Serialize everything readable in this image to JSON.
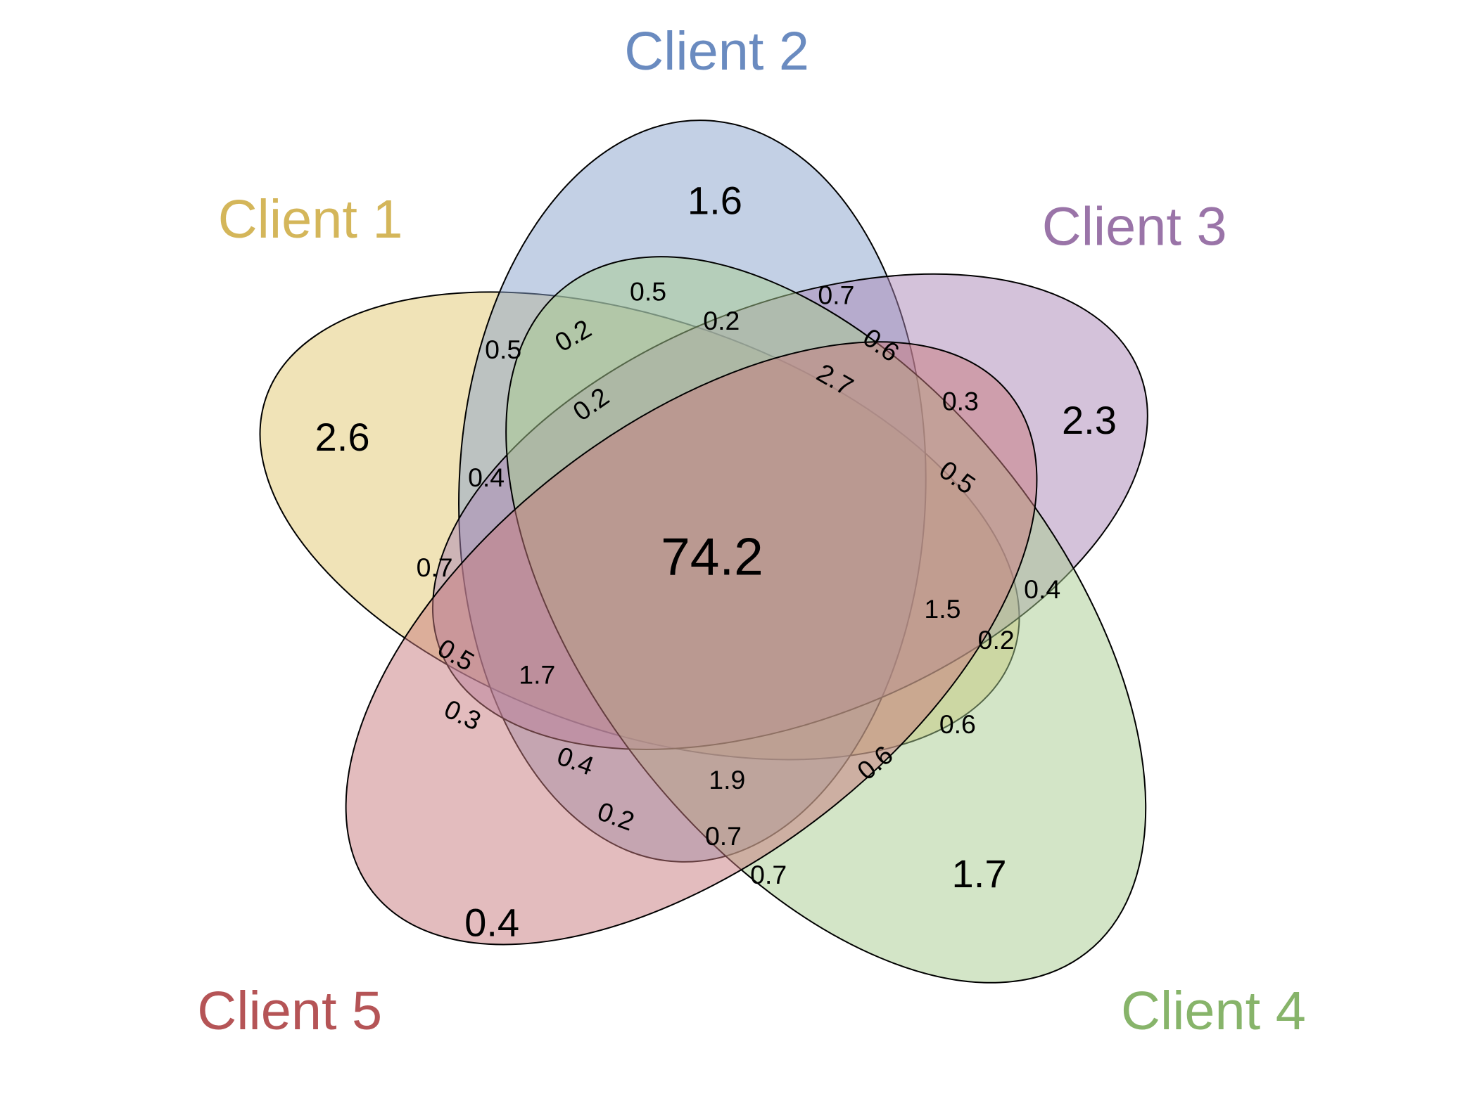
{
  "sets": [
    {
      "id": "c1",
      "name": "Client 1",
      "fill": "#e2c76f",
      "text_color": "#d4b65a"
    },
    {
      "id": "c2",
      "name": "Client 2",
      "fill": "#87a1cc",
      "text_color": "#6a8bc0"
    },
    {
      "id": "c3",
      "name": "Client 3",
      "fill": "#a985b5",
      "text_color": "#9a74a8"
    },
    {
      "id": "c4",
      "name": "Client 4",
      "fill": "#a7cc8f",
      "text_color": "#87b46a"
    },
    {
      "id": "c5",
      "name": "Client 5",
      "fill": "#c87a7d",
      "text_color": "#b55456"
    }
  ],
  "regions": [
    {
      "sets": [
        "c1",
        "c2",
        "c3",
        "c4",
        "c5"
      ],
      "value": "74.2"
    },
    {
      "sets": [
        "c1"
      ],
      "value": "2.6"
    },
    {
      "sets": [
        "c2"
      ],
      "value": "1.6"
    },
    {
      "sets": [
        "c3"
      ],
      "value": "2.3"
    },
    {
      "sets": [
        "c4"
      ],
      "value": "1.7"
    },
    {
      "sets": [
        "c5"
      ],
      "value": "0.4"
    },
    {
      "sets": [],
      "value": "0.5"
    },
    {
      "sets": [],
      "value": "0.7"
    },
    {
      "sets": [],
      "value": "0.2"
    },
    {
      "sets": [],
      "value": "0.5"
    },
    {
      "sets": [],
      "value": "0.2"
    },
    {
      "sets": [],
      "value": "0.6"
    },
    {
      "sets": [],
      "value": "2.7"
    },
    {
      "sets": [],
      "value": "0.3"
    },
    {
      "sets": [],
      "value": "0.2"
    },
    {
      "sets": [],
      "value": "0.4"
    },
    {
      "sets": [],
      "value": "0.5"
    },
    {
      "sets": [],
      "value": "0.7"
    },
    {
      "sets": [],
      "value": "0.4"
    },
    {
      "sets": [],
      "value": "1.5"
    },
    {
      "sets": [],
      "value": "0.2"
    },
    {
      "sets": [],
      "value": "0.5"
    },
    {
      "sets": [],
      "value": "1.7"
    },
    {
      "sets": [],
      "value": "0.6"
    },
    {
      "sets": [],
      "value": "0.3"
    },
    {
      "sets": [],
      "value": "0.4"
    },
    {
      "sets": [],
      "value": "1.9"
    },
    {
      "sets": [],
      "value": "0.6"
    },
    {
      "sets": [],
      "value": "0.2"
    },
    {
      "sets": [],
      "value": "0.7"
    },
    {
      "sets": [],
      "value": "0.7"
    }
  ]
}
